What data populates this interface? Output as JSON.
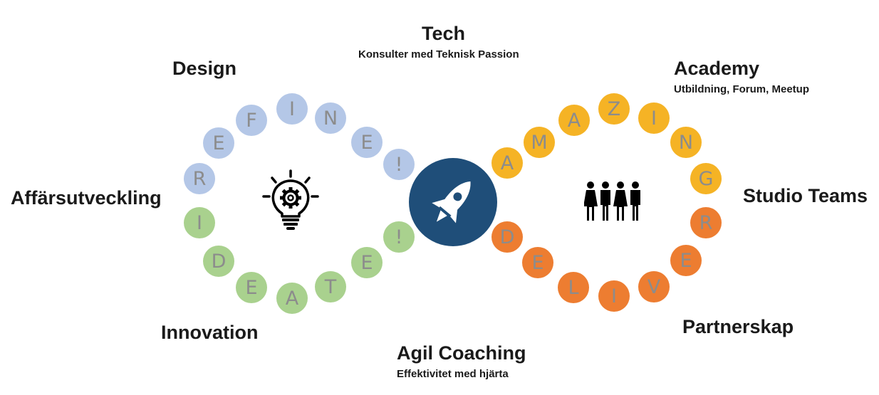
{
  "labels": {
    "tech": "Tech",
    "tech_sub": "Konsulter med Teknisk Passion",
    "design": "Design",
    "academy": "Academy",
    "academy_sub": "Utbildning, Forum, Meetup",
    "affarsutveckling": "Affärsutveckling",
    "studio_teams": "Studio Teams",
    "innovation": "Innovation",
    "partnerskap": "Partnerskap",
    "agil": "Agil Coaching",
    "agil_sub": "Effektivitet med hjärta"
  },
  "colors": {
    "define": "#b4c7e7",
    "ideate": "#a9d18e",
    "amazing": "#f5b325",
    "deliver": "#ed7d31",
    "center": "#1f4e79",
    "bubble_text_gray": "#8c8c8c",
    "bubble_text_light": "#f2f2f2"
  },
  "icons": {
    "left": "lightbulb-gear-icon",
    "center": "rocket-icon",
    "right": "people-group-icon"
  },
  "sequences": {
    "define": [
      "R",
      "E",
      "F",
      "I",
      "N",
      "E",
      "!"
    ],
    "ideate": [
      "I",
      "D",
      "E",
      "A",
      "T",
      "E",
      "!"
    ],
    "amazing": [
      "A",
      "M",
      "A",
      "Z",
      "I",
      "N",
      "G"
    ],
    "deliver": [
      "D",
      "E",
      "L",
      "I",
      "V",
      "E",
      "R"
    ]
  }
}
